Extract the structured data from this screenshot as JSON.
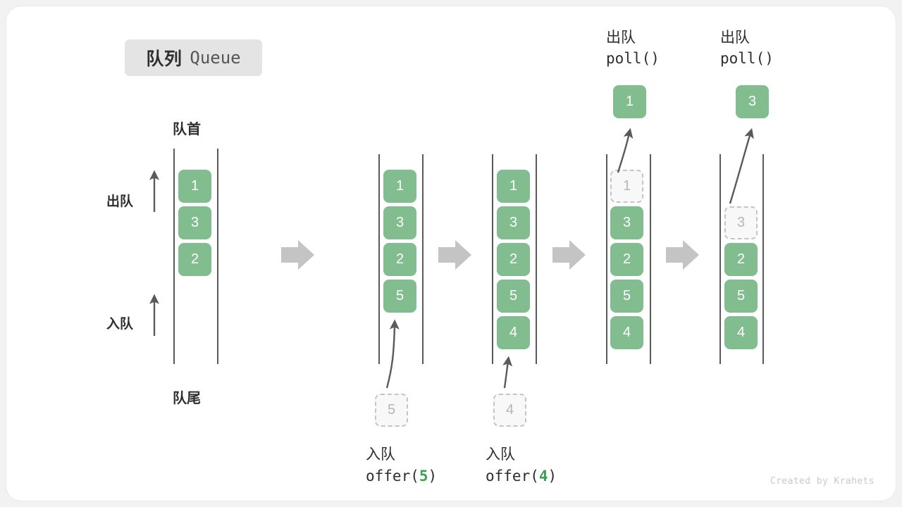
{
  "title": {
    "cn": "队列",
    "en": "Queue"
  },
  "labels": {
    "head": "队首",
    "tail": "队尾",
    "dequeue": "出队",
    "enqueue": "入队"
  },
  "credit": "Created by Krahets",
  "colors": {
    "element": "#81bd8e",
    "element_text": "#ffffff",
    "ghost_fill": "#f8f8f8",
    "ghost_border": "#c5c5c5",
    "ghost_text": "#b6b6b6",
    "rail": "#5a5a5a",
    "transition_arrow": "#c4c4c4",
    "curve_arrow": "#5a5a5a",
    "accent_code": "#3f9e52",
    "badge_bg": "#e4e4e4",
    "card_bg": "#ffffff",
    "page_bg": "#f2f2f2"
  },
  "panels": [
    {
      "id": "initial",
      "caption_cn": "",
      "caption_code": "",
      "slots": [
        {
          "value": "1",
          "state": "filled"
        },
        {
          "value": "3",
          "state": "filled"
        },
        {
          "value": "2",
          "state": "filled"
        }
      ],
      "side_labels": [
        "出队",
        "入队"
      ],
      "head_label": "队首",
      "tail_label": "队尾"
    },
    {
      "id": "offer-5",
      "caption_cn": "入队",
      "caption_code_prefix": "offer(",
      "caption_code_arg": "5",
      "caption_code_suffix": ")",
      "incoming": {
        "value": "5",
        "state": "ghost"
      },
      "slots": [
        {
          "value": "1",
          "state": "filled"
        },
        {
          "value": "3",
          "state": "filled"
        },
        {
          "value": "2",
          "state": "filled"
        },
        {
          "value": "5",
          "state": "filled"
        }
      ]
    },
    {
      "id": "offer-4",
      "caption_cn": "入队",
      "caption_code_prefix": "offer(",
      "caption_code_arg": "4",
      "caption_code_suffix": ")",
      "incoming": {
        "value": "4",
        "state": "ghost"
      },
      "slots": [
        {
          "value": "1",
          "state": "filled"
        },
        {
          "value": "3",
          "state": "filled"
        },
        {
          "value": "2",
          "state": "filled"
        },
        {
          "value": "5",
          "state": "filled"
        },
        {
          "value": "4",
          "state": "filled"
        }
      ]
    },
    {
      "id": "poll-1",
      "caption_cn": "出队",
      "caption_code": "poll()",
      "outgoing": {
        "value": "1",
        "state": "filled"
      },
      "slots": [
        {
          "value": "1",
          "state": "ghost"
        },
        {
          "value": "3",
          "state": "filled"
        },
        {
          "value": "2",
          "state": "filled"
        },
        {
          "value": "5",
          "state": "filled"
        },
        {
          "value": "4",
          "state": "filled"
        }
      ]
    },
    {
      "id": "poll-3",
      "caption_cn": "出队",
      "caption_code": "poll()",
      "outgoing": {
        "value": "3",
        "state": "filled"
      },
      "slots": [
        {
          "value": "",
          "state": "empty"
        },
        {
          "value": "3",
          "state": "ghost"
        },
        {
          "value": "2",
          "state": "filled"
        },
        {
          "value": "5",
          "state": "filled"
        },
        {
          "value": "4",
          "state": "filled"
        }
      ]
    }
  ]
}
